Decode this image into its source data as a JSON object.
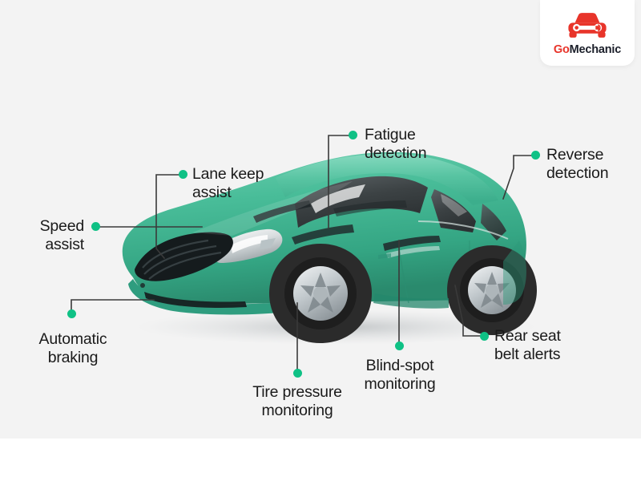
{
  "brand": {
    "logo_icon": "car-wrench-icon",
    "name_part1": "Go",
    "name_part2": "Mechanic",
    "icon_color": "#e8342a",
    "text_color": "#1b1f2a"
  },
  "graphic": {
    "subject": "green-sedan-car",
    "body_color": "#45b795",
    "glass_color": "#3c4244",
    "wheel_color": "#c9cfd2",
    "tire_color": "#2b2b2b",
    "background_color": "#f3f3f3"
  },
  "accent_color": "#0fc185",
  "leader_color": "#3a3a3a",
  "callouts": [
    {
      "id": "speed-assist",
      "label": "Speed\nassist"
    },
    {
      "id": "lane-keep-assist",
      "label": "Lane keep\nassist"
    },
    {
      "id": "fatigue-detection",
      "label": "Fatigue\ndetection"
    },
    {
      "id": "reverse-detection",
      "label": "Reverse\ndetection"
    },
    {
      "id": "automatic-braking",
      "label": "Automatic\nbraking"
    },
    {
      "id": "tire-pressure-monitoring",
      "label": "Tire pressure\nmonitoring"
    },
    {
      "id": "blind-spot-monitoring",
      "label": "Blind-spot\nmonitoring"
    },
    {
      "id": "rear-seat-belt-alerts",
      "label": "Rear seat\nbelt alerts"
    }
  ]
}
